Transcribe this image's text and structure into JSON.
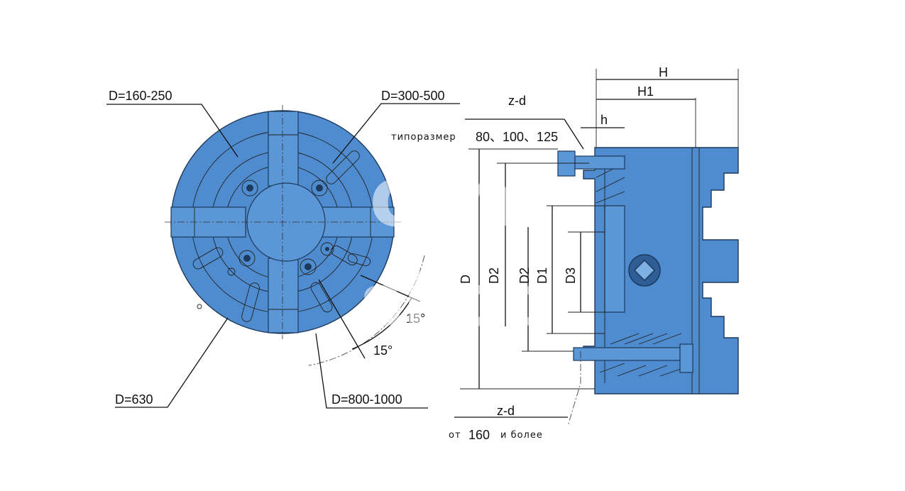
{
  "front_view": {
    "label_d160_250": "D=160-250",
    "label_d300_500": "D=300-500",
    "label_d630": "D=630",
    "label_d800_1000": "D=800-1000",
    "angle_1": "15°",
    "angle_2": "15°"
  },
  "side_view": {
    "label_H": "H",
    "label_H1": "H1",
    "label_h": "h",
    "label_zd_top": "z-d",
    "label_zd_bottom": "z-d",
    "label_D": "D",
    "label_D2_outer": "D2",
    "label_D2_inner": "D2",
    "label_D1": "D1",
    "label_D3": "D3"
  },
  "notes": {
    "size_prefix": "типоразмер",
    "size_values": "80、100、125",
    "from_prefix": "от",
    "from_value": "160",
    "from_suffix": "и более"
  },
  "watermark": {
    "line1": "om",
    "line2": "shop"
  },
  "colors": {
    "chuck_body": "#4f8ccf",
    "outline": "#1d3a5c"
  }
}
